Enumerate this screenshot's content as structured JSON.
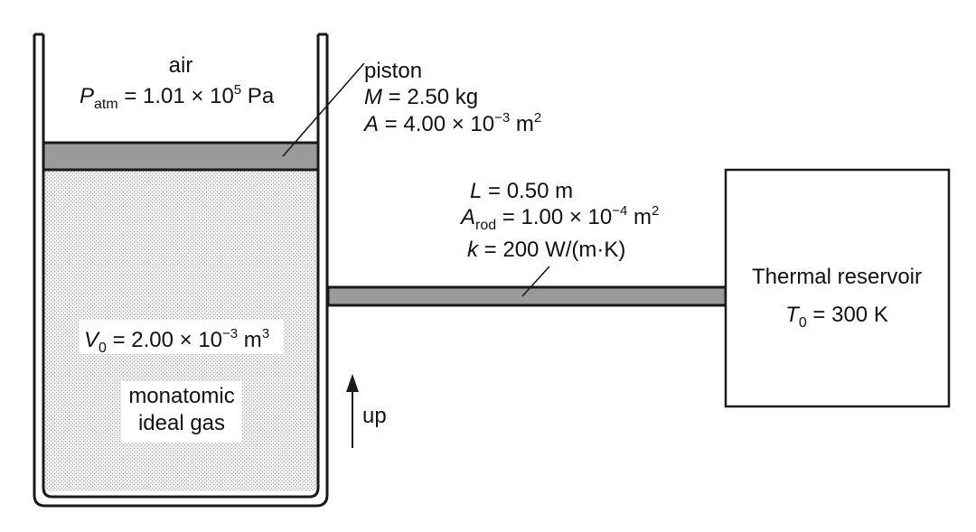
{
  "colors": {
    "outline": "#1a1a1a",
    "piston_fill": "#9a9a9a",
    "rod_fill": "#9a9a9a",
    "gas_fill": "#e6e6e6",
    "background": "#ffffff"
  },
  "air": {
    "name": "air",
    "p_symbol": "P",
    "p_sub": "atm",
    "p_value": " = 1.01 × 10",
    "p_exp": "5",
    "p_unit": " Pa"
  },
  "piston": {
    "name": "piston",
    "m_symbol": "M",
    "m_value": " = 2.50 kg",
    "a_symbol": "A",
    "a_value": " = 4.00 × 10",
    "a_exp": "−3",
    "a_unit": " m",
    "a_unit_exp": "2"
  },
  "rod": {
    "l_symbol": "L",
    "l_value": " = 0.50 m",
    "a_symbol": "A",
    "a_sub": "rod",
    "a_value": " = 1.00 × 10",
    "a_exp": "−4",
    "a_unit": " m",
    "a_unit_exp": "2",
    "k_symbol": "k",
    "k_value": " = 200 W/(m·K)"
  },
  "gas": {
    "v_symbol": "V",
    "v_sub": "0",
    "v_value": " = 2.00 × 10",
    "v_exp": "−3",
    "v_unit": " m",
    "v_unit_exp": "3",
    "type_line1": "monatomic",
    "type_line2": "ideal gas"
  },
  "direction": {
    "label": "up"
  },
  "reservoir": {
    "title": "Thermal reservoir",
    "t_symbol": "T",
    "t_sub": "0",
    "t_value": " = 300 K"
  }
}
